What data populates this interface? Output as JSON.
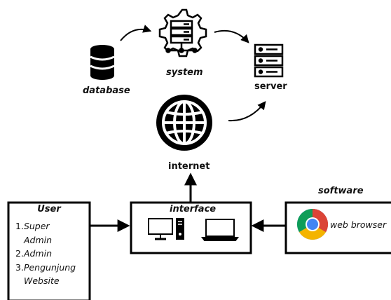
{
  "nodes": {
    "database": {
      "label": "database",
      "icon": "database-icon"
    },
    "system": {
      "label": "system",
      "icon": "gear-server-icon"
    },
    "server": {
      "label": "server",
      "icon": "server-rack-icon"
    },
    "internet": {
      "label": "internet",
      "icon": "globe-icon"
    },
    "interface": {
      "label": "interface",
      "icons": [
        "desktop-monitor-icon",
        "pc-tower-icon",
        "laptop-icon"
      ]
    },
    "user": {
      "title": "User",
      "items": [
        {
          "num": "1.",
          "line1": "Super",
          "line2": "Admin"
        },
        {
          "num": "2.",
          "line1": "Admin"
        },
        {
          "num": "3.",
          "line1": "Pengunjung",
          "line2": "Website"
        }
      ]
    },
    "software": {
      "label": "software",
      "browser_label": "web browser",
      "icon": "chrome-icon"
    }
  },
  "colors": {
    "stroke": "#000000",
    "chrome_red": "#db4437",
    "chrome_yellow": "#f4b400",
    "chrome_green": "#0f9d58",
    "chrome_blue": "#4285f4"
  }
}
